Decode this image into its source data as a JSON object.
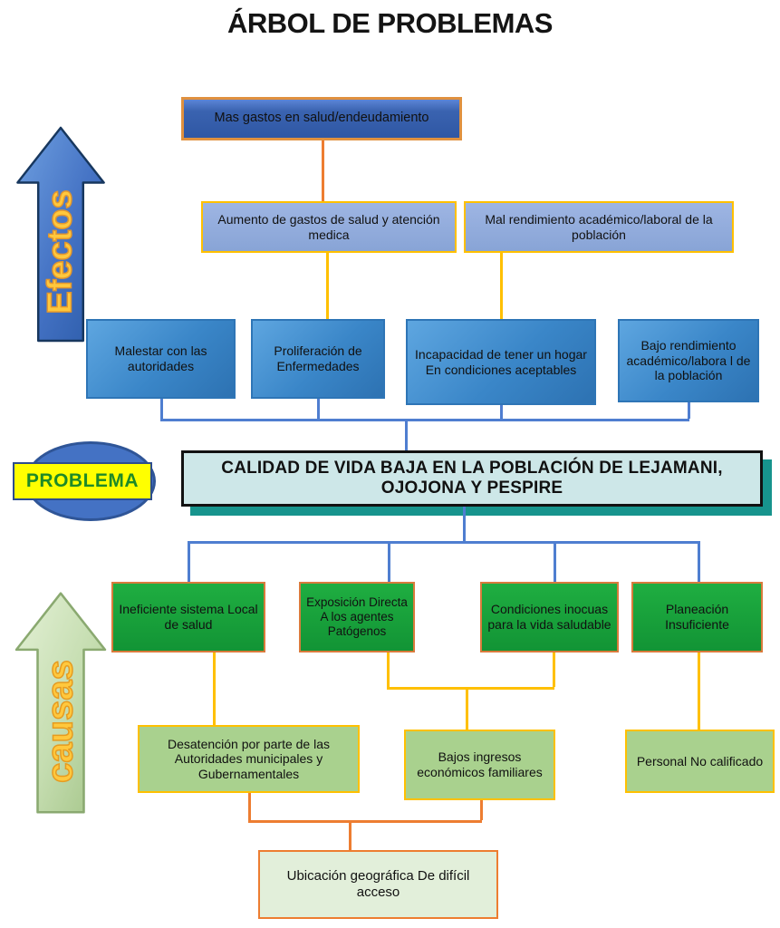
{
  "title": "ÁRBOL DE PROBLEMAS",
  "labels": {
    "efectos": "Efectos",
    "causas": "causas",
    "problema": "PROBLEMA"
  },
  "nodes": {
    "mas_gastos": "Mas gastos en salud/endeudamiento",
    "aumento_gastos": "Aumento de gastos de salud y atención medica",
    "mal_rendimiento": "Mal rendimiento académico/laboral de la población",
    "malestar": "Malestar con las autoridades",
    "proliferacion": "Proliferación de Enfermedades",
    "incapacidad": "Incapacidad de tener un hogar En condiciones aceptables",
    "bajo_rendimiento": "Bajo rendimiento académico/labora l de la población",
    "problema_central": "CALIDAD DE VIDA BAJA EN LA POBLACIÓN DE LEJAMANI, OJOJONA Y PESPIRE",
    "ineficiente": "Ineficiente sistema Local de salud",
    "exposicion": "Exposición Directa A los agentes Patógenos",
    "condiciones": "Condiciones inocuas para la vida saludable",
    "planeacion": "Planeación Insuficiente",
    "desatencion": "Desatención por parte de las Autoridades municipales y Gubernamentales",
    "bajos_ingresos": "Bajos ingresos económicos familiares",
    "personal": "Personal No calificado",
    "ubicacion": "Ubicación geográfica De difícil acceso"
  },
  "colors": {
    "connector-orange": "#ed7d31",
    "connector-yellow": "#ffc000",
    "connector-blue": "#4f7ed0",
    "effect-blue": "#3a86c8",
    "effect-light-blue": "#8fa9dc",
    "cause-green": "#18a038",
    "cause-light-green": "#a9d18e",
    "cause-pale-green": "#e2efda",
    "central-fill": "#cde7e8",
    "central-shadow": "#17948d",
    "problema-yellow": "#ffff00",
    "problema-text-green": "#1e8a27",
    "arrow-blue": "#4472c4",
    "arrow-green": "#c5ddb0",
    "label-gold": "#ffc83d"
  }
}
